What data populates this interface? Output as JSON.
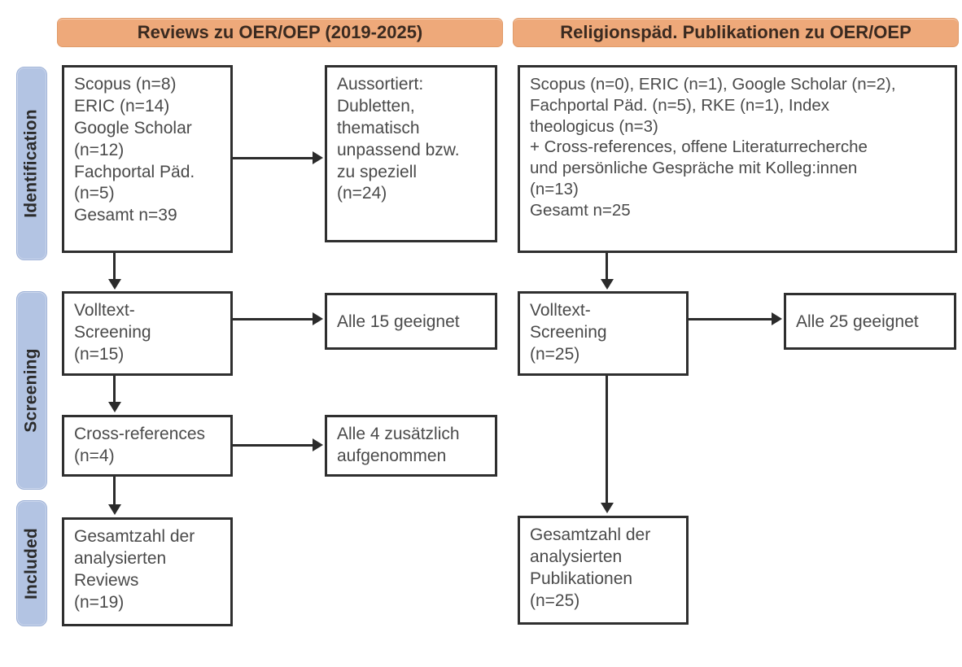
{
  "figure": {
    "type": "prisma-flow-diagram",
    "colors": {
      "stage_pill": "#b3c4e3",
      "column_header": "#eea97a",
      "box_border": "#2f2f2f",
      "text": "#4a4a4a",
      "connector": "#2b2b2b",
      "background": "#ffffff"
    }
  },
  "stages": [
    {
      "label": "Identification"
    },
    {
      "label": "Screening"
    },
    {
      "label": "Included"
    }
  ],
  "columns": [
    {
      "header": "Reviews zu OER/OEP (2019-2025)"
    },
    {
      "header": "Religionspäd. Publikationen zu OER/OEP"
    }
  ],
  "boxes": {
    "left_identification_sources": "Scopus (n=8)\nERIC (n=14)\nGoogle Scholar\n(n=12)\nFachportal Päd.\n(n=5)\nGesamt n=39",
    "left_excluded": "Aussortiert:\nDubletten,\nthematisch\nunpassend bzw.\nzu speziell\n(n=24)",
    "left_fulltext_screening": "Volltext-\nScreening\n(n=15)",
    "left_all_eligible": "Alle 15 geeignet",
    "left_cross_references": "Cross-references\n(n=4)",
    "left_cross_included": "Alle 4 zusätzlich\naufgenommen",
    "left_total_included": "Gesamtzahl der\nanalysierten\nReviews\n(n=19)",
    "right_identification_sources": "Scopus (n=0), ERIC (n=1), Google Scholar (n=2),\nFachportal Päd. (n=5), RKE (n=1), Index\ntheologicus (n=3)\n+ Cross-references, offene Literaturrecherche\nund persönliche Gespräche mit Kolleg:innen\n(n=13)\nGesamt n=25",
    "right_fulltext_screening": "Volltext-\nScreening\n(n=25)",
    "right_all_eligible": "Alle 25 geeignet",
    "right_total_included": "Gesamtzahl der\nanalysierten\nPublikationen\n(n=25)"
  },
  "counts": {
    "left_scopus": 8,
    "left_eric": 14,
    "left_google_scholar": 12,
    "left_fachportal": 5,
    "left_total_identified": 39,
    "left_excluded": 24,
    "left_fulltext_screened": 15,
    "left_eligible": 15,
    "left_cross_references": 4,
    "left_cross_added": 4,
    "left_final_included": 19,
    "right_scopus": 0,
    "right_eric": 1,
    "right_google_scholar": 2,
    "right_fachportal": 5,
    "right_rke": 1,
    "right_index_theologicus": 3,
    "right_other_sources": 13,
    "right_total_identified": 25,
    "right_fulltext_screened": 25,
    "right_eligible": 25,
    "right_final_included": 25
  }
}
